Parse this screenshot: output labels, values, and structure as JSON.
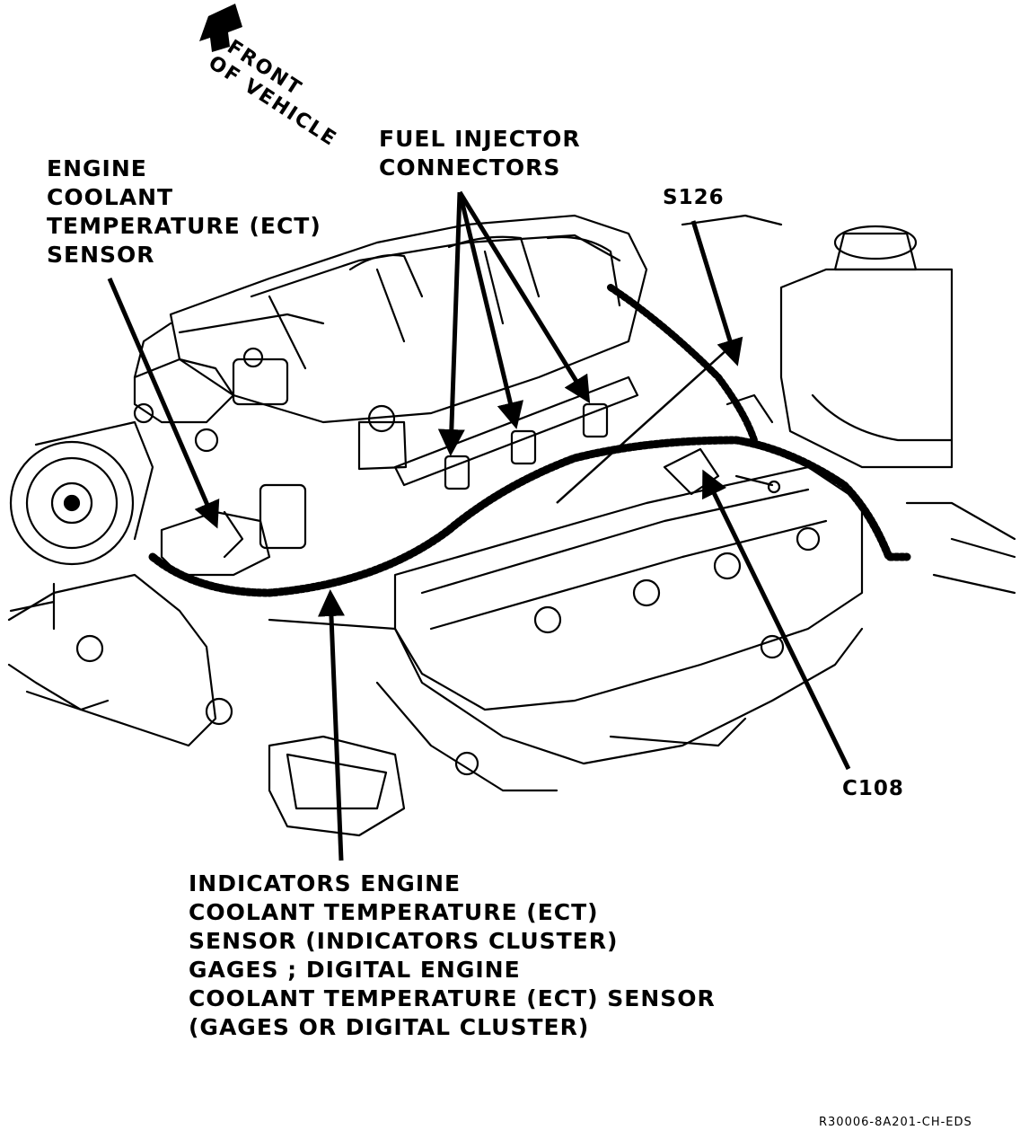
{
  "orientation": {
    "line1": "FRONT",
    "line2": "OF VEHICLE"
  },
  "labels": {
    "ect_sensor": [
      "ENGINE",
      "COOLANT",
      "TEMPERATURE (ECT)",
      "SENSOR"
    ],
    "fuel_injector_connectors": [
      "FUEL INJECTOR",
      "CONNECTORS"
    ],
    "s126": "S126",
    "c108": "C108",
    "indicator_sensor": [
      "INDICATORS ENGINE",
      "COOLANT TEMPERATURE (ECT)",
      "SENSOR (INDICATORS CLUSTER)",
      "GAGES ; DIGITAL ENGINE",
      "COOLANT TEMPERATURE (ECT) SENSOR",
      "(GAGES OR DIGITAL CLUSTER)"
    ]
  },
  "part_number": "R30006-8A201-CH-EDS",
  "colors": {
    "ink": "#000000",
    "paper": "#ffffff"
  }
}
